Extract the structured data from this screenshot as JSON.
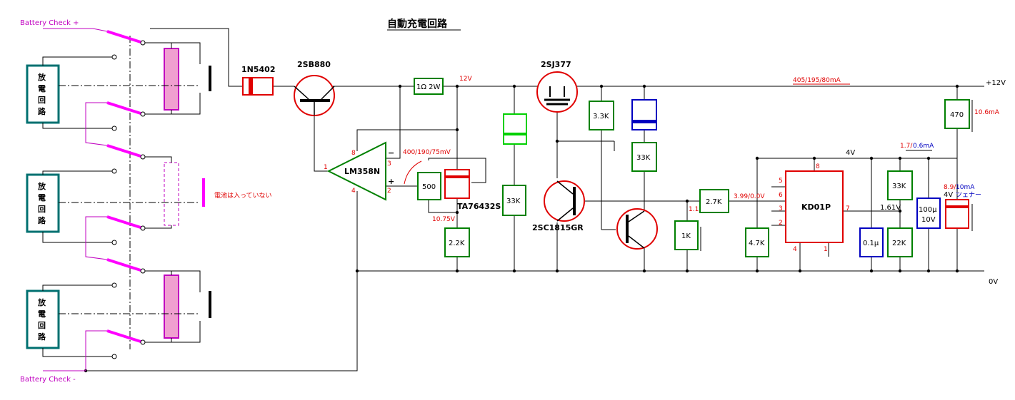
{
  "title": "自動充電回路",
  "battery_check_plus": "Battery Check +",
  "battery_check_minus": "Battery Check -",
  "discharge_label": [
    "放",
    "電",
    "回",
    "路"
  ],
  "battery_note": "電池は入っていない",
  "parts": {
    "diode": "1N5402",
    "q1": "2SB880",
    "opamp": "LM358N",
    "fet": "2SJ377",
    "q2": "2SC1815GR",
    "ref": "TA76432S",
    "ic": "KD01P",
    "r_sense": "1Ω 2W",
    "r_500": "500",
    "r_2k2": "2.2K",
    "r_33k_a": "33K",
    "r_3k3": "3.3K",
    "r_33k_b": "33K",
    "r_1k": "1K",
    "r_2k7": "2.7K",
    "r_4k7": "4.7K",
    "c_01": "0.1μ",
    "r_33k_c": "33K",
    "r_22k": "22K",
    "c_100": "100μ",
    "c_100v": "10V",
    "r_470": "470"
  },
  "pins": {
    "op_8": "8",
    "op_3": "3",
    "op_2": "2",
    "op_1": "1",
    "op_4": "4",
    "op_minus": "−",
    "op_plus": "+",
    "ic_8": "8",
    "ic_5": "5",
    "ic_6": "6",
    "ic_3": "3",
    "ic_2": "2",
    "ic_7": "7",
    "ic_4": "4",
    "ic_1": "1"
  },
  "rails": {
    "plus12": "+12V",
    "zero": "0V",
    "v4": "4V"
  },
  "annotations": {
    "v12": "12V",
    "current_main": "405/195/80mA",
    "sense_mv": "400/190/75mV",
    "v1075": "10.75V",
    "v11": "1.1",
    "v399": "3.99/0.0V",
    "i106": "10.6mA",
    "i17": "1.7/",
    "i06": "0.6mA",
    "v161": "1.61V",
    "i89": "8.9/",
    "i10": "10mA",
    "v4z": "4V",
    "zener": "ツェナー"
  },
  "colors": {
    "wire": "#000000",
    "resistor": "#008000",
    "semiconductor": "#e00000",
    "capacitor": "#0000c0",
    "switch": "#ff00ff",
    "battery": "#cc00cc",
    "discharge_box": "#007070"
  }
}
